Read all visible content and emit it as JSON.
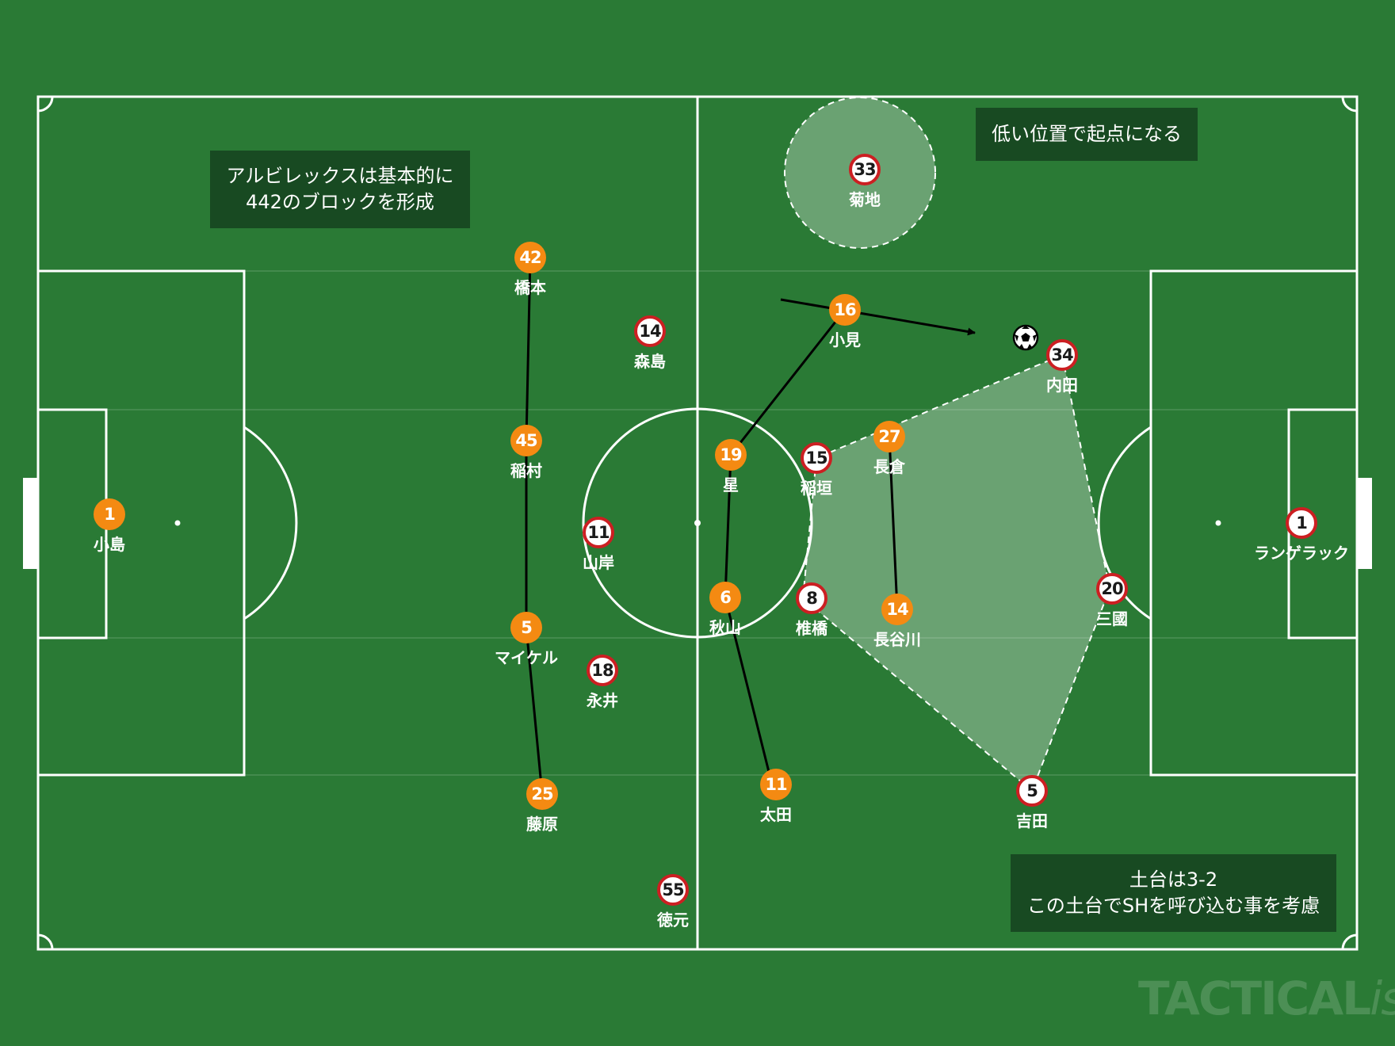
{
  "notes": {
    "top_left": [
      "アルビレックスは基本的に",
      "442のブロックを形成"
    ],
    "top_right": [
      "低い位置で起点になる"
    ],
    "bottom_right": [
      "土台は3-2",
      "この土台でSHを呼び込む事を考慮"
    ]
  },
  "players": {
    "orange": [
      {
        "number": "1",
        "name": "小島"
      },
      {
        "number": "42",
        "name": "橋本"
      },
      {
        "number": "45",
        "name": "稲村"
      },
      {
        "number": "5",
        "name": "マイケル"
      },
      {
        "number": "25",
        "name": "藤原"
      },
      {
        "number": "16",
        "name": "小見"
      },
      {
        "number": "19",
        "name": "星"
      },
      {
        "number": "6",
        "name": "秋山"
      },
      {
        "number": "27",
        "name": "長倉"
      },
      {
        "number": "14",
        "name": "長谷川"
      },
      {
        "number": "11",
        "name": "太田"
      }
    ],
    "white": [
      {
        "number": "1",
        "name": "ランゲラック"
      },
      {
        "number": "14",
        "name": "森島"
      },
      {
        "number": "11",
        "name": "山岸"
      },
      {
        "number": "18",
        "name": "永井"
      },
      {
        "number": "55",
        "name": "徳元"
      },
      {
        "number": "33",
        "name": "菊地"
      },
      {
        "number": "34",
        "name": "内田"
      },
      {
        "number": "15",
        "name": "稲垣"
      },
      {
        "number": "8",
        "name": "椎橋"
      },
      {
        "number": "20",
        "name": "三國"
      },
      {
        "number": "5",
        "name": "吉田"
      }
    ]
  },
  "watermark": {
    "bold": "TACTICAL",
    "italic": "ista"
  },
  "colors": {
    "pitch": "#2a7a35",
    "orange_team": "#f48a12",
    "white_team_ring": "#cc1f22",
    "note_bg": "#184a22"
  },
  "icons": {
    "ball": "soccer-ball-icon",
    "arrow": "arrow-right-icon"
  }
}
